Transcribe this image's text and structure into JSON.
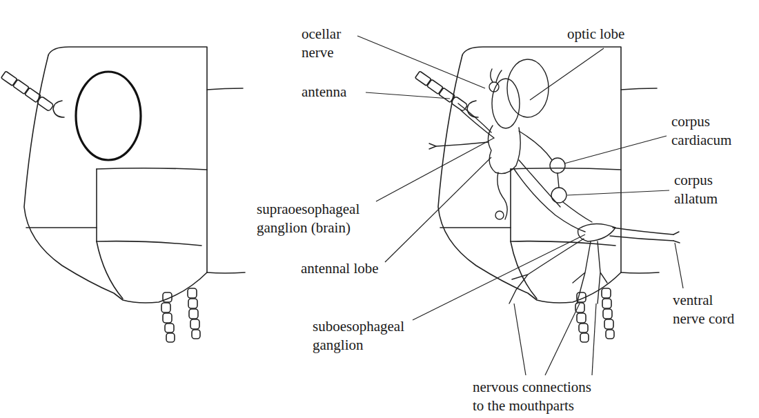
{
  "diagram": {
    "labels": [
      "ocellar nerve",
      "antenna",
      "supraoesophageal ganglion (brain)",
      "antennal lobe",
      "suboesophageal ganglion",
      "nervous connections to the mouthparts",
      "optic lobe",
      "corpus cardiacum",
      "corpus allatum",
      "ventral nerve cord"
    ]
  }
}
